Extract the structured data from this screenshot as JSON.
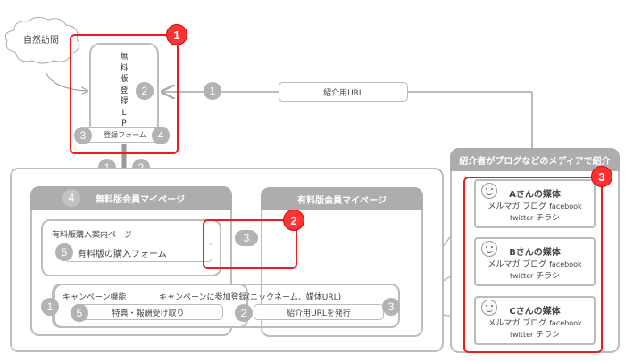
{
  "cloud": {
    "label": "自然訪問"
  },
  "lp": {
    "label": "無料版登録LP",
    "chars": [
      "無",
      "料",
      "版",
      "登",
      "録",
      "L",
      "P"
    ],
    "form_label": "登録フォーム"
  },
  "referral_url": {
    "label": "紹介用URL"
  },
  "outer_free_area": {},
  "free_mypage": {
    "header": "無料版会員マイページ",
    "header_num": "4"
  },
  "paid_guide": {
    "label": "有料版購入案内ページ",
    "form_label": "有料版の購入フォーム",
    "form_num": "5"
  },
  "paid_mypage": {
    "header": "有料版会員マイページ"
  },
  "campaign": {
    "label": "キャンペーン機能",
    "register_label": "キャンペーンに参加登録(ニックネーム、媒体URL)",
    "reward_label": "特典・報酬受け取り",
    "issue_label": "紹介用URLを発行",
    "num_left": "1",
    "num_reward": "5",
    "num_issue": "2",
    "num_right": "3"
  },
  "introducer": {
    "header": "紹介者がブログなどのメディアで紹介",
    "media": [
      {
        "title": "Aさんの媒体",
        "line1": "メルマガ ブログ",
        "line1_small": "facebook",
        "line2_small": "twitter",
        "line2": "チラシ"
      },
      {
        "title": "Bさんの媒体",
        "line1": "メルマガ ブログ",
        "line1_small": "facebook",
        "line2_small": "twitter",
        "line2": "チラシ"
      },
      {
        "title": "Cさんの媒体",
        "line1": "メルマガ ブログ",
        "line1_small": "facebook",
        "line2_small": "twitter",
        "line2": "チラシ"
      }
    ]
  },
  "numbers": {
    "lp_2": "2",
    "lp_3": "3",
    "lp_4": "4",
    "url_1": "1",
    "arrow_1": "1",
    "arrow_2": "2",
    "paid_3": "3"
  },
  "red_badges": [
    "1",
    "2",
    "3"
  ],
  "colors": {
    "highlight": "#ee1c1c",
    "badge": "#b3b3b3",
    "header": "#adadad"
  }
}
